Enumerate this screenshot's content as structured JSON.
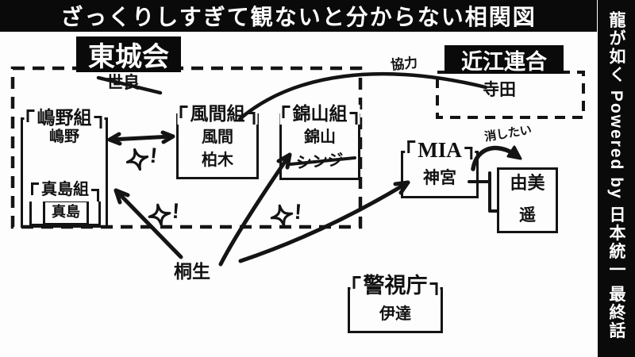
{
  "header": {
    "title": "ざっくりしすぎて観ないと分からない相関図"
  },
  "banner": {
    "caption": "龍が如く Powered by 日本統一 最終話"
  },
  "tojo": {
    "label": "東城会",
    "chairman_crossed": "世良",
    "shimano": {
      "title": "嶋野組",
      "boss": "嶋野"
    },
    "majima": {
      "title": "真島組",
      "boss": "真島"
    },
    "kazama": {
      "title": "風間組",
      "members": [
        "風間",
        "柏木"
      ]
    },
    "nishiki": {
      "title": "錦山組",
      "boss": "錦山",
      "crossed_member": "シンジ"
    }
  },
  "omi": {
    "label": "近江連合",
    "member": "寺田"
  },
  "mia": {
    "title": "MIA",
    "member": "神宮"
  },
  "family": {
    "yumi": "由美",
    "haruka": "遥"
  },
  "police": {
    "title": "警視庁",
    "member": "伊達"
  },
  "kiryu": {
    "name": "桐生"
  },
  "relations": {
    "cooperation": "協力",
    "erase": "消したい",
    "conflict_mark": "!"
  },
  "colors": {
    "ink": "#141414",
    "panel": "#0a0a0a",
    "paper": "#fdfdfd"
  }
}
